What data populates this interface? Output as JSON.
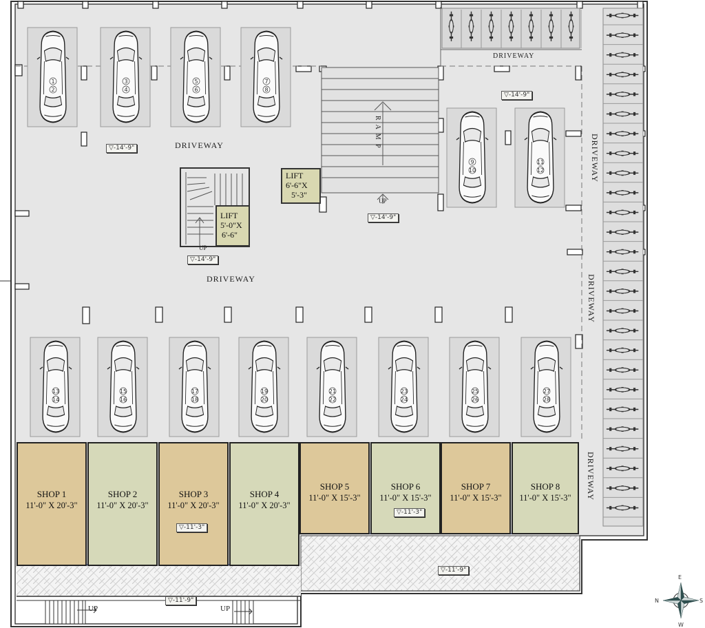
{
  "driveway_labels": [
    "DRIVEWAY",
    "DRIVEWAY",
    "DRIVEWAY",
    "DRIVEWAY",
    "DRIVEWAY",
    "DRIVEWAY"
  ],
  "ramp_label": "R A M P",
  "up_labels": [
    "UP",
    "UP",
    "UP",
    "UP"
  ],
  "lift_large": {
    "title": "LIFT",
    "size_a": "6'-6\"X",
    "size_b": "5'-3\""
  },
  "lift_small": {
    "title": "LIFT",
    "size_a": "5'-0\"X",
    "size_b": "6'-6\""
  },
  "levels": [
    "▽-14'-9\"",
    "▽-14'-9\"",
    "▽-14'-9\"",
    "▽-14'-9\"",
    "▽-11'-3\"",
    "▽-11'-3\"",
    "▽-11'-9\"",
    "▽-11'-9\""
  ],
  "car_pairs": [
    [
      "1",
      "2"
    ],
    [
      "3",
      "4"
    ],
    [
      "5",
      "6"
    ],
    [
      "7",
      "8"
    ],
    [
      "9",
      "10"
    ],
    [
      "11",
      "12"
    ],
    [
      "13",
      "14"
    ],
    [
      "15",
      "16"
    ],
    [
      "17",
      "18"
    ],
    [
      "19",
      "20"
    ],
    [
      "21",
      "22"
    ],
    [
      "23",
      "24"
    ],
    [
      "25",
      "26"
    ],
    [
      "27",
      "28"
    ]
  ],
  "shops": [
    {
      "name": "SHOP 1",
      "size": "11'-0\" X 20'-3\"",
      "color": "#ddc89a"
    },
    {
      "name": "SHOP 2",
      "size": "11'-0\" X 20'-3\"",
      "color": "#d6d9b9"
    },
    {
      "name": "SHOP 3",
      "size": "11'-0\" X 20'-3\"",
      "color": "#ddc89a"
    },
    {
      "name": "SHOP 4",
      "size": "11'-0\" X 20'-3\"",
      "color": "#d6d9b9"
    },
    {
      "name": "SHOP 5",
      "size": "11'-0\" X 15'-3\"",
      "color": "#ddc89a"
    },
    {
      "name": "SHOP 6",
      "size": "11'-0\" X 15'-3\"",
      "color": "#d6d9b9"
    },
    {
      "name": "SHOP 7",
      "size": "11'-0\" X 15'-3\"",
      "color": "#ddc89a"
    },
    {
      "name": "SHOP 8",
      "size": "11'-0\" X 15'-3\"",
      "color": "#d6d9b9"
    }
  ],
  "compass": {
    "n": "N",
    "e": "E",
    "s": "S",
    "w": "W"
  },
  "colors": {
    "floor": "#e6e6e6",
    "wall": "#333333",
    "stall": "#d9d9d9",
    "lift": "#d9d8b1",
    "pavement": "#f2f2f2"
  }
}
